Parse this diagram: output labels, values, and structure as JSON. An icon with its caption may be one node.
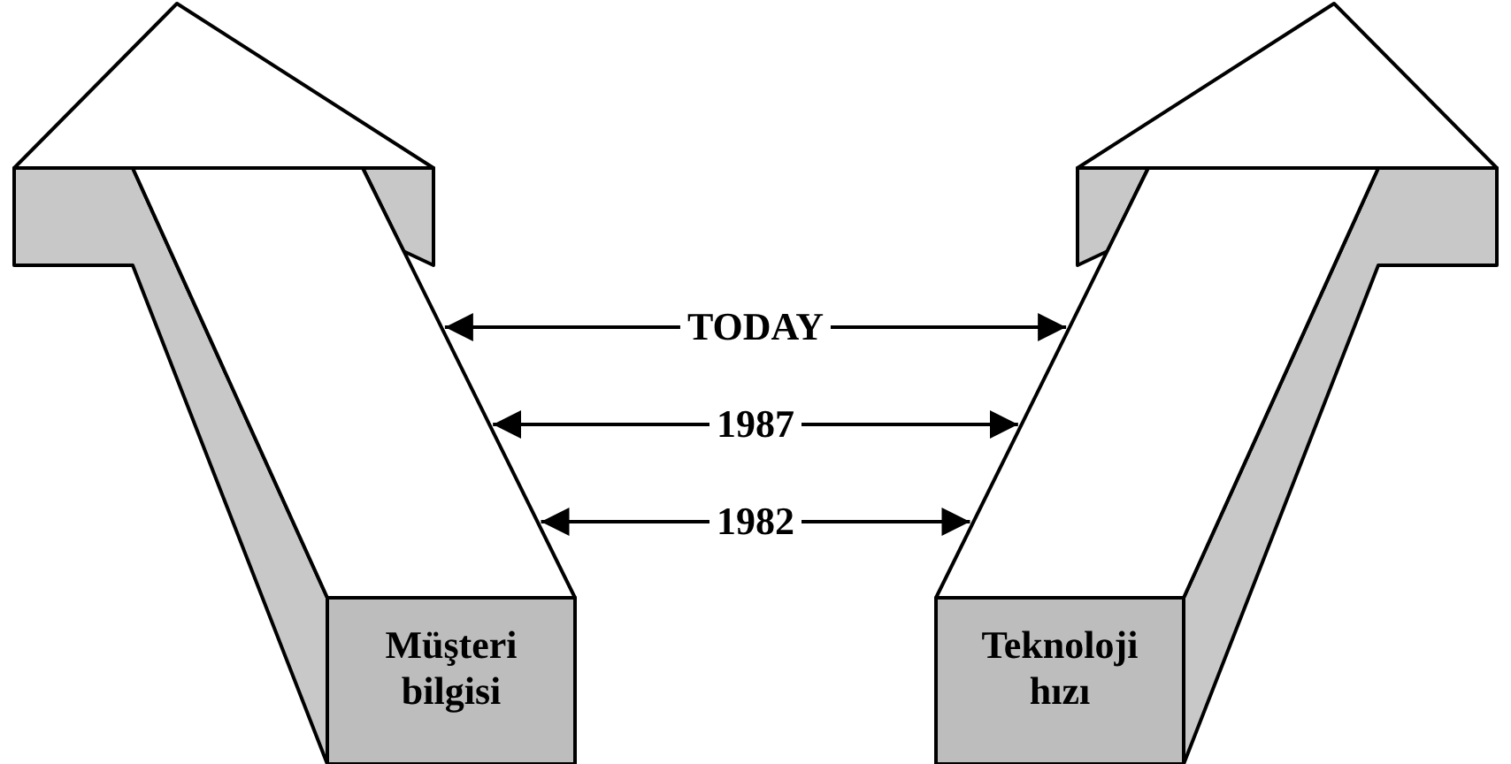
{
  "diagram": {
    "nodes": [
      {
        "text": [
          "Müşteri bilgisi"
        ]
      },
      {
        "text": [
          "Teknoloji hızı"
        ]
      }
    ],
    "edges": [
      {
        "from": 0,
        "to": 1,
        "arrow": "both",
        "label": "TODAY"
      },
      {
        "from": 0,
        "to": 1,
        "arrow": "both",
        "label": "1987"
      },
      {
        "from": 0,
        "to": 1,
        "arrow": "both",
        "label": "1982"
      }
    ]
  }
}
